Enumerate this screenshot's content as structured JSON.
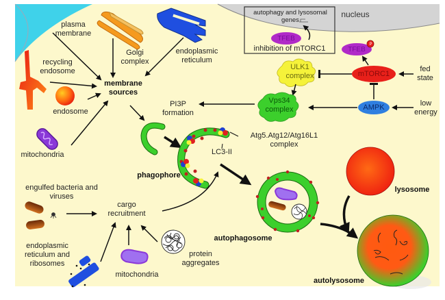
{
  "title": "Autophagy pathway diagram",
  "regions": {
    "nucleus": "nucleus"
  },
  "membrane_sources": {
    "center": "membrane sources",
    "plasma_membrane": "plasma membrane",
    "golgi": "Golgi complex",
    "er": "endoplasmic reticulum",
    "recycling_endosome": "recycling endosome",
    "endosome": "endosome",
    "mitochondria": "mitochondria"
  },
  "signaling": {
    "inset_genes": "autophagy and lysosomal genes",
    "inset_tfeb": "TFEB",
    "inset_caption": "inhibition of mTORC1",
    "tfeb": "TFEB",
    "tfeb_phospho": "P",
    "mtorc1": "mTORC1",
    "ampk": "AMPK",
    "ulk1": "ULK1 complex",
    "vps34": "Vps34 complex",
    "fed_state": "fed state",
    "low_energy": "low energy",
    "pi3p": "PI3P formation"
  },
  "phagophore": {
    "atg_complex": "Atg5.Atg12/Atg16L1 complex",
    "lc3": "LC3-II",
    "label": "phagophore"
  },
  "cargo": {
    "center": "cargo recruitment",
    "bacteria": "engulfed bacteria and viruses",
    "er_ribosomes": "endoplasmic reticulum and ribosomes",
    "mitochondria": "mitochondria",
    "protein_aggregates": "protein aggregates"
  },
  "vesicles": {
    "autophagosome": "autophagosome",
    "lysosome": "lysosome",
    "autolysosome": "autolysosome"
  },
  "colors": {
    "cytoplasm": "#fdf8cc",
    "extracellular": "#3fd2ea",
    "nucleus": "#d4d4d4",
    "membrane_green": "#3ccf2c",
    "mtorc1_red": "#e8201a",
    "ampk_blue": "#2f7fe0",
    "tfeb_purple": "#b02ac8",
    "ulk1_yellow": "#f5f23a",
    "er_blue": "#1f4fe0",
    "golgi_orange": "#f59a1e"
  }
}
